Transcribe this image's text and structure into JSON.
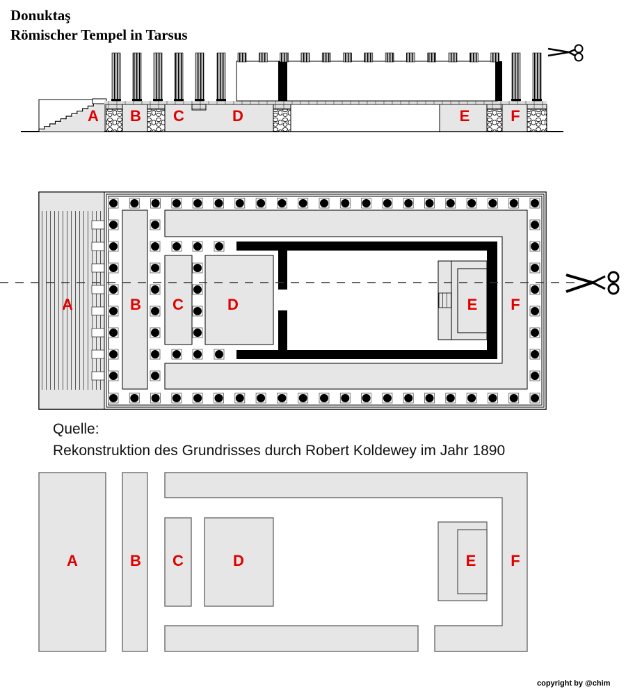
{
  "title": {
    "line1": "Donuktaş",
    "line2": "Römischer Tempel in Tarsus"
  },
  "source": {
    "label": "Quelle:",
    "text": "Rekonstruktion des Grundrisses durch Robert Koldewey im Jahr 1890"
  },
  "copyright": "copyright by @chim",
  "zones": [
    {
      "id": "A",
      "label": "A"
    },
    {
      "id": "B",
      "label": "B"
    },
    {
      "id": "C",
      "label": "C"
    },
    {
      "id": "D",
      "label": "D"
    },
    {
      "id": "E",
      "label": "E"
    },
    {
      "id": "F",
      "label": "F"
    }
  ],
  "views": {
    "elevation": "section view",
    "plan": "floor plan with colonnade",
    "schematic": "simplified zone plan"
  },
  "icons": {
    "cut_marker": "scissors-icon"
  },
  "colors": {
    "label": "#e00000",
    "fill": "#e6e6e6",
    "wall": "#000000",
    "line": "#333333"
  }
}
